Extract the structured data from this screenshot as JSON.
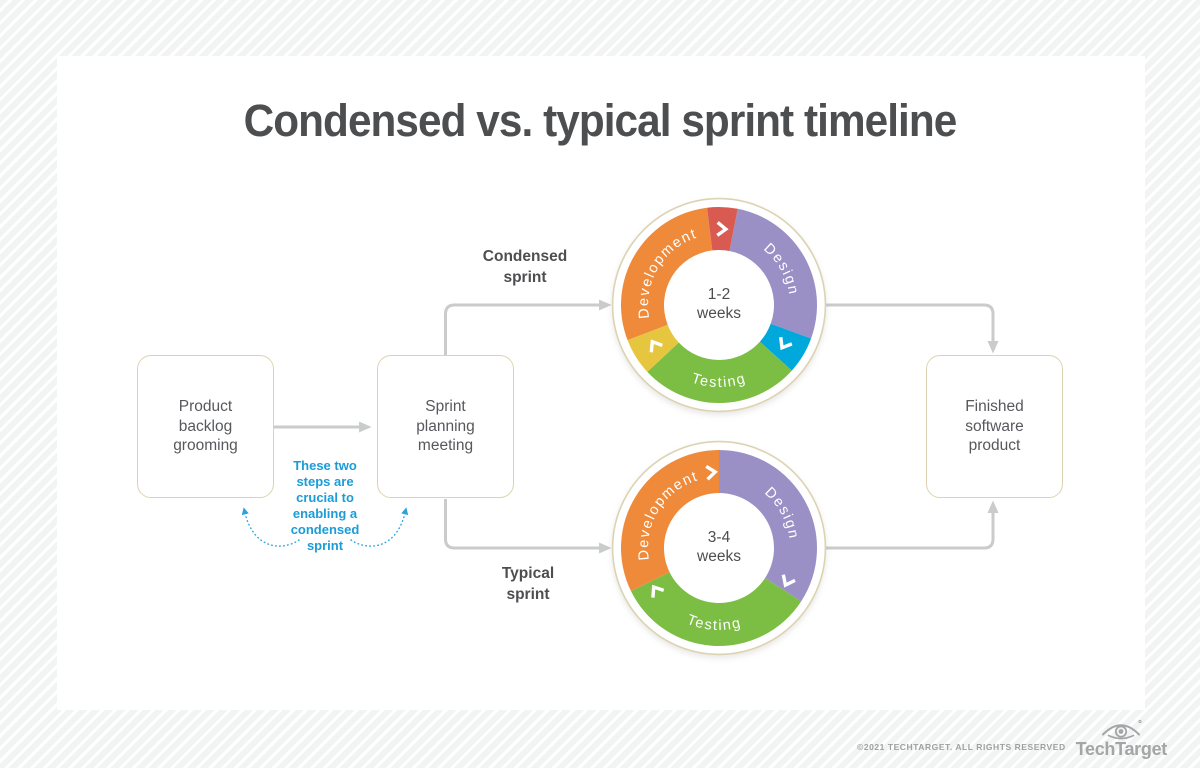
{
  "title": {
    "text": "Condensed vs. typical sprint timeline"
  },
  "colors": {
    "title_text": "#4d4e50",
    "body_text": "#57585c",
    "note_blue": "#1b9cd8",
    "box_border_tan": "#ddd3b2",
    "connector_gray": "#c9cccb",
    "background_gray": "#f2f3f3",
    "orange_development": "#ef8a3a",
    "purple_design": "#9b90c6",
    "green_testing": "#7cbe44",
    "red_wedge": "#d85a50",
    "cyan_wedge": "#00a8db",
    "yellow_wedge": "#e6c53f",
    "footer_gray": "#9da0a1"
  },
  "flow": {
    "product_backlog_box": "Product backlog grooming",
    "sprint_planning_box": "Sprint planning meeting",
    "finished_product_box": "Finished software product",
    "condensed_branch_label": "Condensed sprint",
    "typical_branch_label": "Typical sprint",
    "note": "These two steps are crucial to enabling a condensed sprint"
  },
  "chart_data": [
    {
      "type": "donut-cycle",
      "title": "Condensed sprint",
      "center_text": "1-2 weeks",
      "center_lines": [
        "1-2",
        "weeks"
      ],
      "ring_color": "#ddd3b2",
      "phases": [
        "Development",
        "Design",
        "Testing"
      ],
      "segments": [
        {
          "label": "Design",
          "color": "#9b90c6",
          "start_deg": 11,
          "end_deg": 110
        },
        {
          "label": "",
          "color": "#00a8db",
          "start_deg": 110,
          "end_deg": 132
        },
        {
          "label": "Testing",
          "color": "#7cbe44",
          "start_deg": 132,
          "end_deg": 227
        },
        {
          "label": "",
          "color": "#e6c53f",
          "start_deg": 227,
          "end_deg": 249
        },
        {
          "label": "Development",
          "color": "#ef8a3a",
          "start_deg": 249,
          "end_deg": 353
        },
        {
          "label": "",
          "color": "#d85a50",
          "start_deg": 353,
          "end_deg": 371
        }
      ],
      "arc_labels": [
        {
          "text": "Development",
          "start": 251,
          "end": 351,
          "sweep": 1,
          "r": 71
        },
        {
          "text": "Design",
          "start": 10,
          "end": 111,
          "sweep": 1,
          "r": 71
        },
        {
          "text": "Testing",
          "start": 225,
          "end": 135,
          "sweep": 0,
          "r": 82
        }
      ],
      "chevrons": [
        2,
        121,
        238
      ]
    },
    {
      "type": "donut-cycle",
      "title": "Typical sprint",
      "center_text": "3-4 weeks",
      "center_lines": [
        "3-4",
        "weeks"
      ],
      "ring_color": "#ddd3b2",
      "phases": [
        "Development",
        "Design",
        "Testing"
      ],
      "segments": [
        {
          "label": "Design",
          "color": "#9b90c6",
          "start_deg": 0,
          "end_deg": 123
        },
        {
          "label": "Testing",
          "color": "#7cbe44",
          "start_deg": 123,
          "end_deg": 244
        },
        {
          "label": "Development",
          "color": "#ef8a3a",
          "start_deg": 244,
          "end_deg": 360
        }
      ],
      "arc_labels": [
        {
          "text": "Development",
          "start": 252,
          "end": 352,
          "sweep": 1,
          "r": 71
        },
        {
          "text": "Design",
          "start": 11,
          "end": 112,
          "sweep": 1,
          "r": 71
        },
        {
          "text": "Testing",
          "start": 229,
          "end": 138,
          "sweep": 0,
          "r": 82
        }
      ],
      "chevrons": [
        354,
        116,
        236
      ]
    }
  ],
  "footer": {
    "copyright": "©2021 TECHTARGET. ALL RIGHTS RESERVED",
    "logo_text": "TechTarget"
  }
}
